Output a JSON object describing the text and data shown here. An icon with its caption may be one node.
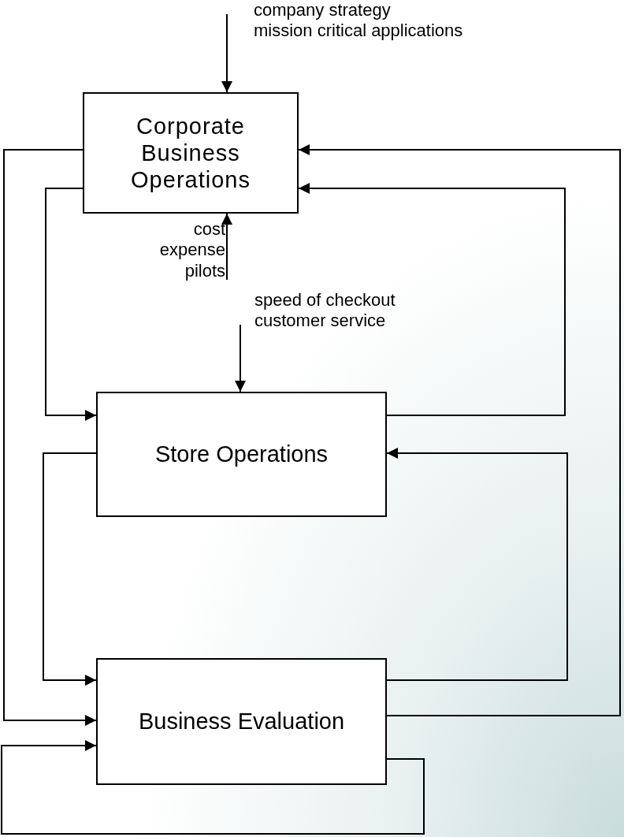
{
  "diagram": {
    "nodes": [
      {
        "text": [
          "Corporate Business Operations"
        ]
      },
      {
        "text": [
          "Store Operations"
        ]
      },
      {
        "text": [
          "Business Evaluation"
        ]
      },
      {
        "text": [
          "company strategy",
          "mission critical applications"
        ]
      },
      {
        "text": [
          "cost expense pilots"
        ]
      },
      {
        "text": [
          "speed of checkout customer service"
        ]
      }
    ],
    "edges": [
      {
        "from": 3,
        "to": 0,
        "arrow": "to"
      },
      {
        "from": 4,
        "to": 0,
        "arrow": "to"
      },
      {
        "from": 5,
        "to": 1,
        "arrow": "to"
      },
      {
        "from": 0,
        "to": 2,
        "arrow": "to"
      },
      {
        "from": 0,
        "to": 1,
        "arrow": "to"
      },
      {
        "from": 1,
        "to": 2,
        "arrow": "to"
      },
      {
        "from": 1,
        "to": 0,
        "arrow": "to"
      },
      {
        "from": 2,
        "to": 1,
        "arrow": "to"
      },
      {
        "from": 2,
        "to": 0,
        "arrow": "to"
      },
      {
        "from": 2,
        "to": 2,
        "arrow": "to"
      }
    ]
  }
}
